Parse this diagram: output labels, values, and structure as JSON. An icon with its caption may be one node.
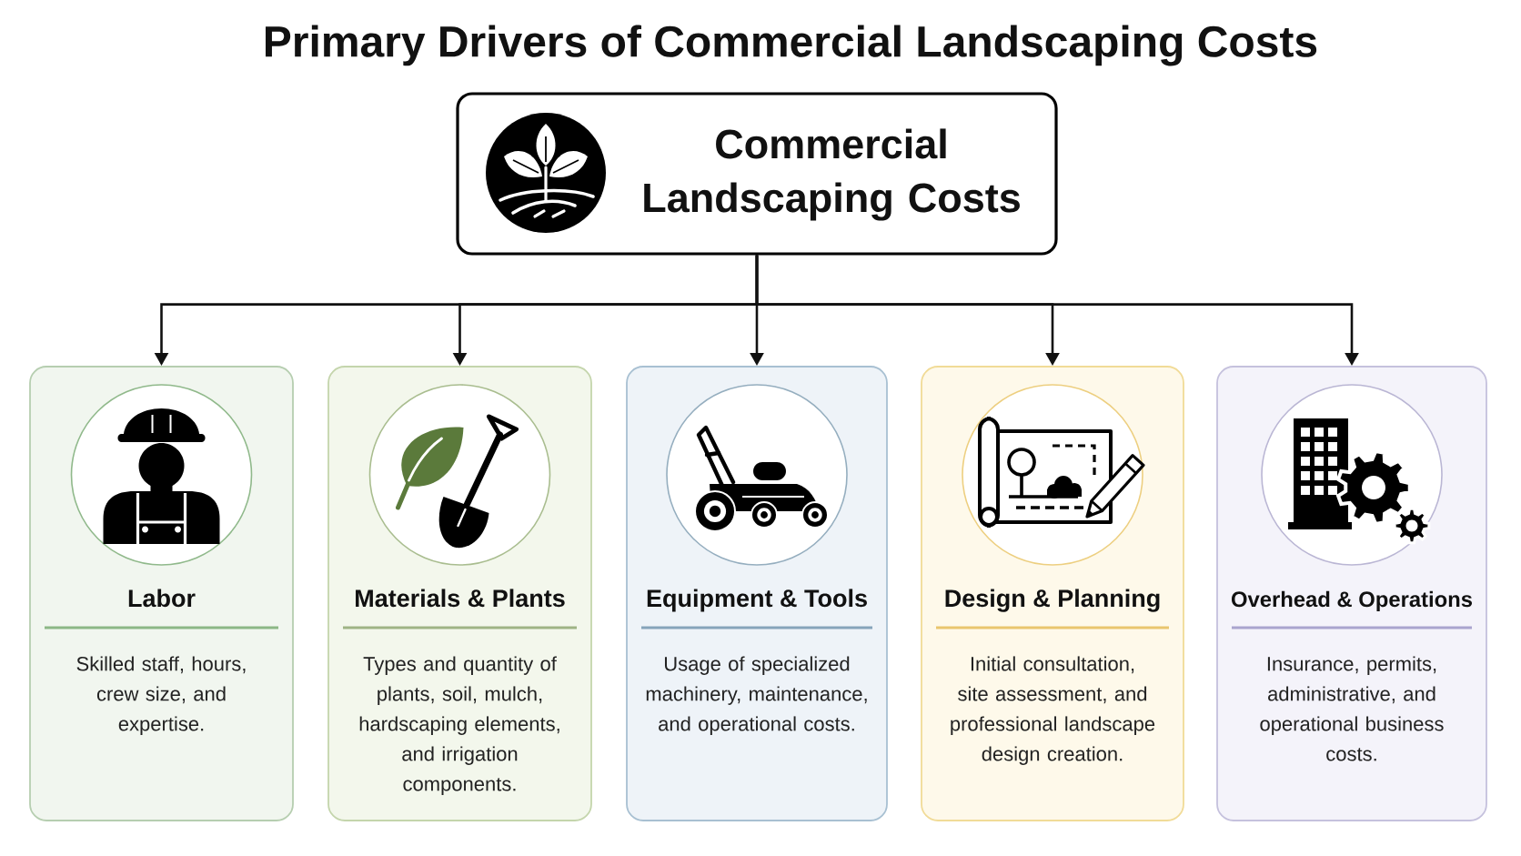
{
  "diagram": {
    "title": "Primary Drivers of Commercial Landscaping Costs",
    "nodes": [
      {
        "text": [
          "Commercial Landscaping Costs"
        ]
      },
      {
        "text": [
          "Labor",
          "Skilled staff, hours, crew size, and expertise."
        ]
      },
      {
        "text": [
          "Materials & Plants",
          "Types and quantity of plants, soil, mulch, hardscaping elements, and irrigation components."
        ]
      },
      {
        "text": [
          "Equipment & Tools",
          "Usage of specialized machinery, maintenance, and operational costs."
        ]
      },
      {
        "text": [
          "Design & Planning",
          "Initial consultation, site assessment, and professional landscape design creation."
        ]
      },
      {
        "text": [
          "Overhead & Operations",
          "Insurance, permits, administrative, and operational business costs."
        ]
      }
    ],
    "edges": [
      {
        "from": 0,
        "to": 1,
        "arrow": "to"
      },
      {
        "from": 0,
        "to": 2,
        "arrow": "to"
      },
      {
        "from": 0,
        "to": 3,
        "arrow": "to"
      },
      {
        "from": 0,
        "to": 4,
        "arrow": "to"
      },
      {
        "from": 0,
        "to": 5,
        "arrow": "to"
      }
    ]
  }
}
